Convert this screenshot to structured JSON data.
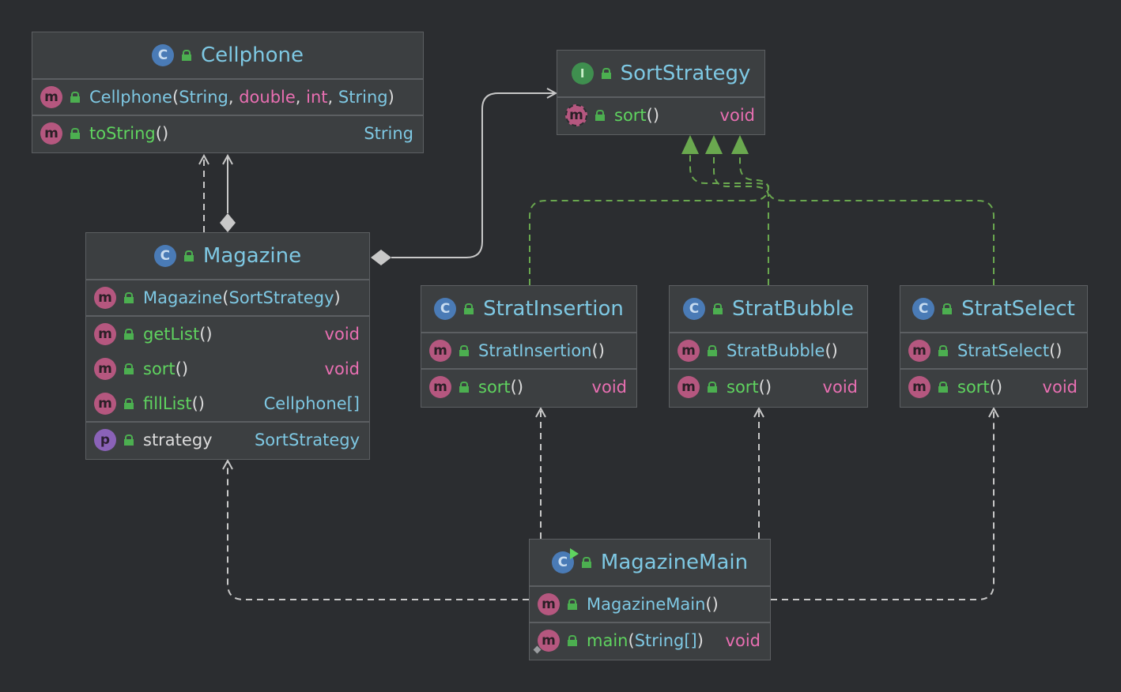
{
  "classes": {
    "cellphone": {
      "name": "Cellphone",
      "kind": "C",
      "constructor": {
        "name": "Cellphone",
        "params": [
          "String",
          "double",
          "int",
          "String"
        ]
      },
      "methods": [
        {
          "name": "toString",
          "return": "String"
        }
      ]
    },
    "sort_strategy": {
      "name": "SortStrategy",
      "kind": "I",
      "methods": [
        {
          "name": "sort",
          "return": "void"
        }
      ]
    },
    "magazine": {
      "name": "Magazine",
      "kind": "C",
      "constructor": {
        "name": "Magazine",
        "params": [
          "SortStrategy"
        ]
      },
      "methods": [
        {
          "name": "getList",
          "return": "void"
        },
        {
          "name": "sort",
          "return": "void"
        },
        {
          "name": "fillList",
          "return": "Cellphone[]"
        }
      ],
      "field": {
        "kind": "p",
        "name": "strategy",
        "type": "SortStrategy"
      }
    },
    "strat_insertion": {
      "name": "StratInsertion",
      "kind": "C",
      "constructor": {
        "name": "StratInsertion"
      },
      "methods": [
        {
          "name": "sort",
          "return": "void"
        }
      ]
    },
    "strat_bubble": {
      "name": "StratBubble",
      "kind": "C",
      "constructor": {
        "name": "StratBubble"
      },
      "methods": [
        {
          "name": "sort",
          "return": "void"
        }
      ]
    },
    "strat_select": {
      "name": "StratSelect",
      "kind": "C",
      "constructor": {
        "name": "StratSelect"
      },
      "methods": [
        {
          "name": "sort",
          "return": "void"
        }
      ]
    },
    "magazine_main": {
      "name": "MagazineMain",
      "kind": "C",
      "constructor": {
        "name": "MagazineMain"
      },
      "methods": [
        {
          "name": "main",
          "params": [
            "String[]"
          ],
          "return": "void"
        }
      ]
    }
  },
  "edges": [
    {
      "from": "Magazine",
      "to": "Cellphone",
      "type": "dependency"
    },
    {
      "from": "Magazine",
      "to": "Cellphone",
      "type": "composition"
    },
    {
      "from": "Magazine",
      "to": "SortStrategy",
      "type": "composition"
    },
    {
      "from": "StratInsertion",
      "to": "SortStrategy",
      "type": "realization"
    },
    {
      "from": "StratBubble",
      "to": "SortStrategy",
      "type": "realization"
    },
    {
      "from": "StratSelect",
      "to": "SortStrategy",
      "type": "realization"
    },
    {
      "from": "MagazineMain",
      "to": "StratInsertion",
      "type": "dependency"
    },
    {
      "from": "MagazineMain",
      "to": "StratBubble",
      "type": "dependency"
    },
    {
      "from": "MagazineMain",
      "to": "StratSelect",
      "type": "dependency"
    },
    {
      "from": "MagazineMain",
      "to": "Magazine",
      "type": "dependency"
    }
  ],
  "colors": {
    "background": "#2b2d30",
    "node_fill": "#3c3f41",
    "node_border": "#5c5f62",
    "type_name": "#7ec8e3",
    "method_name": "#5fd35f",
    "keyword": "#e96fb2",
    "edge_gray": "#c8c8c8",
    "edge_green": "#6aa84f"
  }
}
